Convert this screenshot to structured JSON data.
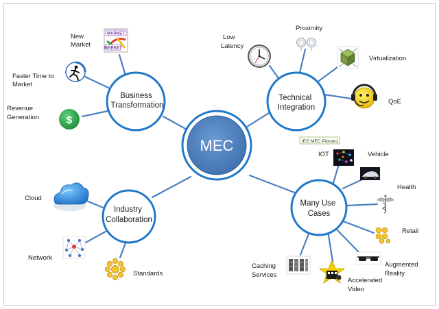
{
  "center": {
    "label": "MEC"
  },
  "hubs": {
    "business": {
      "lines": [
        "Business",
        "Transformation"
      ]
    },
    "technical": {
      "lines": [
        "Technical",
        "Integration"
      ]
    },
    "industry": {
      "lines": [
        "Industry",
        "Collaboration"
      ]
    },
    "usecases": {
      "lines": [
        "Many Use",
        "Cases"
      ]
    }
  },
  "leaves": {
    "new_market": {
      "lines": [
        "New",
        "Market"
      ]
    },
    "market_icon_text": [
      "MARKET",
      "MARKET"
    ],
    "faster_time": {
      "lines": [
        "Faster Time to",
        "Market"
      ]
    },
    "revenue": {
      "lines": [
        "Revenue",
        "Generation"
      ]
    },
    "revenue_icon_text": "$",
    "low_latency": {
      "lines": [
        "Low",
        "Latency"
      ]
    },
    "proximity": {
      "lines": [
        "Proximity"
      ]
    },
    "virtualization": {
      "lines": [
        "Virtualization"
      ]
    },
    "qoe": {
      "lines": [
        "QoE"
      ]
    },
    "cloud": {
      "lines": [
        "Cloud"
      ]
    },
    "network": {
      "lines": [
        "Network"
      ]
    },
    "standards": {
      "lines": [
        "Standards"
      ]
    },
    "iot": {
      "lines": [
        "IOT"
      ]
    },
    "vehicle": {
      "lines": [
        "Vehicle"
      ]
    },
    "health": {
      "lines": [
        "Health"
      ]
    },
    "retail": {
      "lines": [
        "Retail"
      ]
    },
    "augmented_reality": {
      "lines": [
        "Augmented",
        "Reality"
      ]
    },
    "accelerated_video": {
      "lines": [
        "Accelerated",
        "Video"
      ]
    },
    "caching": {
      "lines": [
        "Caching",
        "Services"
      ]
    }
  },
  "picture_tag": "IEG MEC Picture1",
  "colors": {
    "center_fill": "#4f81bd",
    "hub_stroke": "#1f78c8",
    "connector": "#4a7fc0",
    "money_green": "#2aa84a",
    "cloud_blue": "#2a8fe0",
    "qoe_yellow": "#f5d800"
  }
}
